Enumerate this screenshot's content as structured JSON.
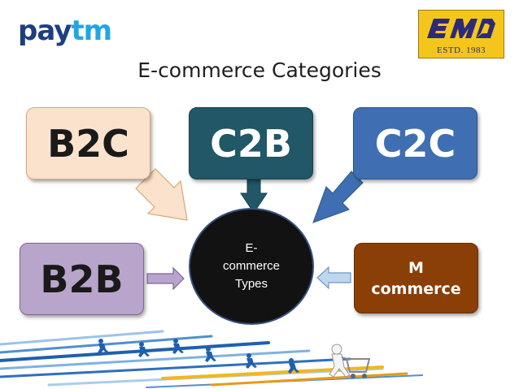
{
  "logos": {
    "paytm_pay": "pay",
    "paytm_tm": "tm",
    "emd_estd": "ESTD. 1983"
  },
  "title": "E-commerce Categories",
  "center": {
    "lines": [
      "E-",
      "commerce",
      "Types"
    ]
  },
  "nodes": {
    "b2c": "B2C",
    "c2b": "C2B",
    "c2c": "C2C",
    "b2b": "B2B",
    "mcommerce": [
      "M",
      "commerce"
    ]
  },
  "colors": {
    "b2c_fill": "#fbe2cc",
    "c2b_fill": "#215767",
    "c2c_fill": "#3f6fb2",
    "b2b_fill": "#b9a5cc",
    "mcommerce_fill": "#8a3f07",
    "center_fill": "#121212"
  }
}
